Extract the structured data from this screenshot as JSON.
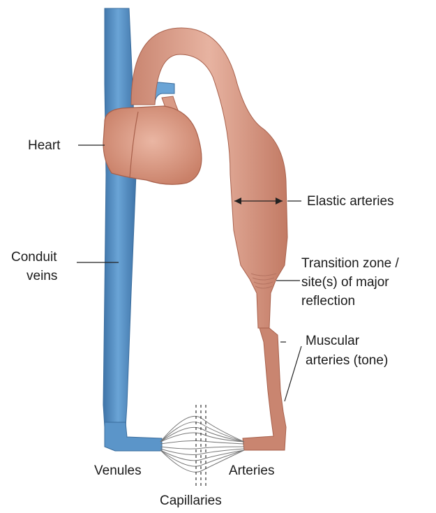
{
  "labels": {
    "heart": "Heart",
    "conduit_veins_line1": "Conduit",
    "conduit_veins_line2": "veins",
    "elastic_arteries": "Elastic arteries",
    "transition_line1": "Transition zone /",
    "transition_line2": "site(s) of major",
    "transition_line3": "reflection",
    "muscular_line1": "Muscular",
    "muscular_line2": "arteries (tone)",
    "venules": "Venules",
    "arteries": "Arteries",
    "capillaries": "Capillaries"
  },
  "colors": {
    "vein": "#5b95c9",
    "vein_dark": "#3f74a8",
    "artery": "#d99a85",
    "artery_dark": "#b56a55",
    "heart": "#dfa08a",
    "capillary": "#8a8a8a"
  }
}
